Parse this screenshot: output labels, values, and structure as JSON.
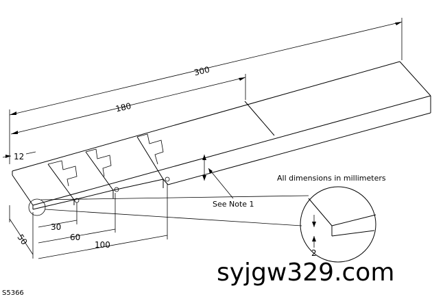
{
  "dimensions": {
    "length_total": "300",
    "length_mid": "180",
    "tip_width": "12",
    "width": "50",
    "step_30": "30",
    "step_60": "60",
    "step_100": "100",
    "detail_thickness": "2"
  },
  "notes": {
    "units": "All dimensions in millimeters",
    "see_note": "See Note 1"
  },
  "drawing_code": "S5366",
  "watermark": "syjgw329.com"
}
